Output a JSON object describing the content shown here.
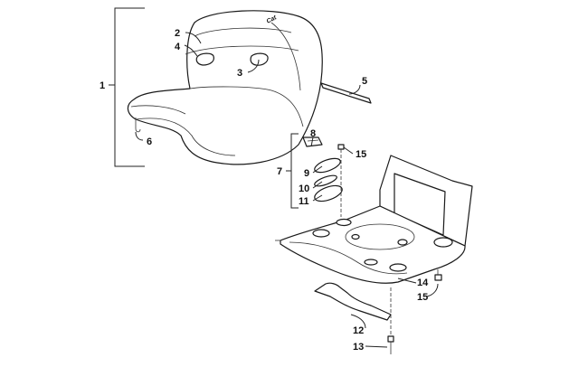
{
  "diagram": {
    "callouts": [
      "1",
      "2",
      "3",
      "4",
      "5",
      "6",
      "7",
      "8",
      "9",
      "10",
      "11",
      "12",
      "13",
      "14",
      "15",
      "15"
    ],
    "logo_text": "Cat"
  }
}
